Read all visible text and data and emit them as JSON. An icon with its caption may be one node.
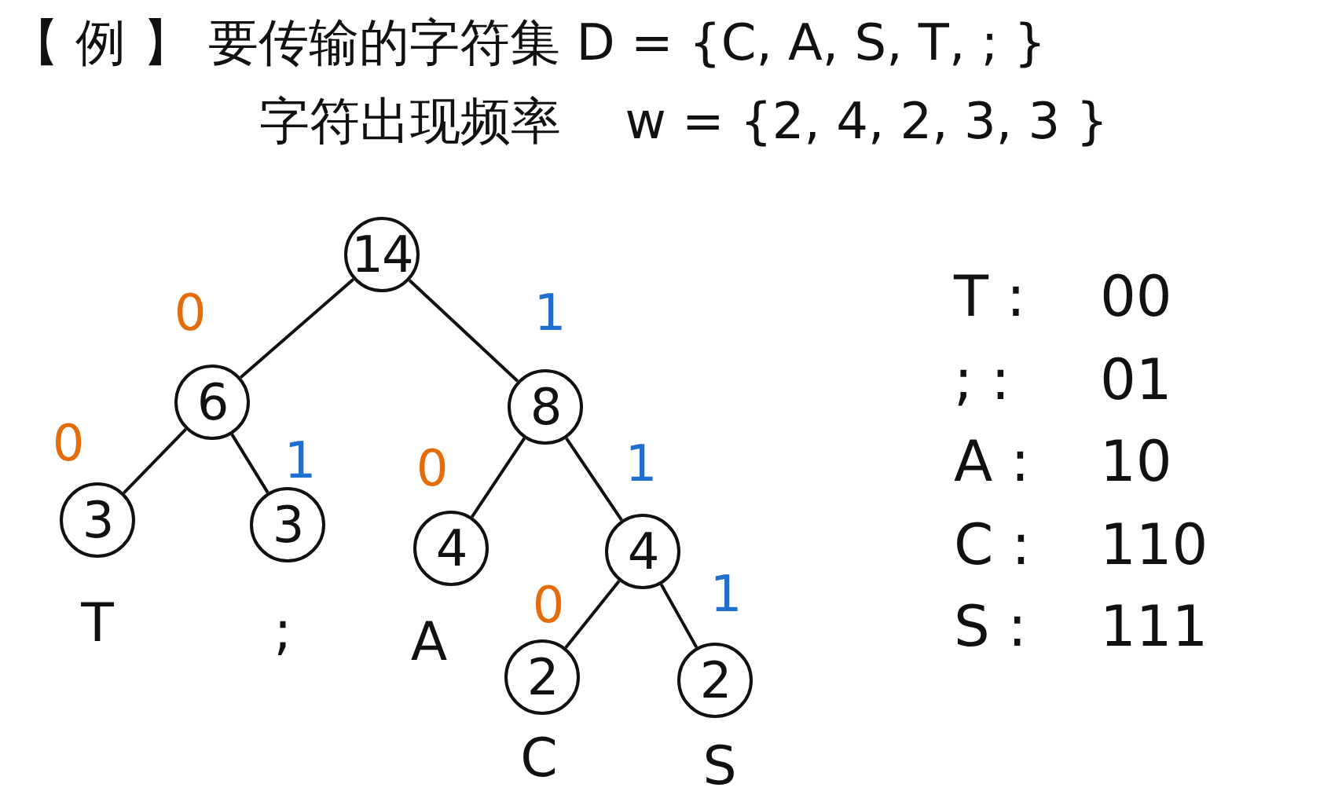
{
  "diagram": {
    "title": "【 例 】 要传输的字符集 D = {C, A, S, T, ; }",
    "nodes": [
      {
        "text": [
          "14"
        ]
      },
      {
        "text": [
          "6"
        ]
      },
      {
        "text": [
          "8"
        ]
      },
      {
        "text": [
          "3"
        ],
        "beside": [
          "T"
        ]
      },
      {
        "text": [
          "3"
        ],
        "beside": [
          ";"
        ]
      },
      {
        "text": [
          "4"
        ],
        "beside": [
          "A"
        ]
      },
      {
        "text": [
          "4"
        ]
      },
      {
        "text": [
          "2"
        ],
        "beside": [
          "C"
        ]
      },
      {
        "text": [
          "2"
        ],
        "beside": [
          "S"
        ]
      }
    ],
    "edges": [
      {
        "from": 0,
        "to": 1,
        "arrow": "none",
        "label": "0"
      },
      {
        "from": 0,
        "to": 2,
        "arrow": "none",
        "label": "1"
      },
      {
        "from": 1,
        "to": 3,
        "arrow": "none",
        "label": "0"
      },
      {
        "from": 1,
        "to": 4,
        "arrow": "none",
        "label": "1"
      },
      {
        "from": 2,
        "to": 5,
        "arrow": "none",
        "label": "0"
      },
      {
        "from": 2,
        "to": 6,
        "arrow": "none",
        "label": "1"
      },
      {
        "from": 6,
        "to": 7,
        "arrow": "none",
        "label": "0"
      },
      {
        "from": 6,
        "to": 8,
        "arrow": "none",
        "label": "1"
      }
    ],
    "labels": [
      "字符出现频率    w = {2, 4, 2, 3, 3 }",
      "T :",
      "00",
      "; :",
      "01",
      "A :",
      "10",
      "C :",
      "110",
      "S :",
      "111"
    ]
  }
}
